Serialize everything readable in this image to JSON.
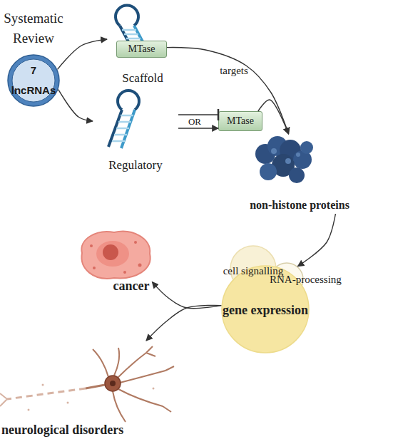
{
  "diagram": {
    "nodes": [
      {
        "text": [
          "Systematic Review",
          "7 lncRNAs"
        ]
      },
      {
        "text": [
          "Scaffold"
        ]
      },
      {
        "text": [
          "MTase"
        ],
        "in": 1
      },
      {
        "text": [
          "Regulatory"
        ]
      },
      {
        "text": [
          "MTase"
        ]
      },
      {
        "text": [
          "non-histone proteins"
        ]
      },
      {
        "text": [
          "cell signalling"
        ]
      },
      {
        "text": [
          "RNA-processing"
        ]
      },
      {
        "text": [
          "gene expression"
        ]
      },
      {
        "text": [
          "cancer"
        ]
      },
      {
        "text": [
          "neurological disorders"
        ]
      }
    ],
    "edges": [
      {
        "from": 0,
        "to": 1,
        "arrow": "to"
      },
      {
        "from": 0,
        "to": 3,
        "arrow": "to"
      },
      {
        "from": 3,
        "to": 4,
        "arrow": "to"
      },
      {
        "from": 3,
        "to": 4,
        "arrow": "to"
      },
      {
        "from": 2,
        "to": 5,
        "arrow": "to",
        "label": "targets"
      },
      {
        "from": 4,
        "to": 5,
        "arrow": "to"
      },
      {
        "from": 5,
        "to": 7,
        "arrow": "to"
      },
      {
        "from": 8,
        "to": 9,
        "arrow": "to"
      },
      {
        "from": 8,
        "to": 10,
        "arrow": "to"
      }
    ],
    "labels": [
      "OR"
    ]
  }
}
